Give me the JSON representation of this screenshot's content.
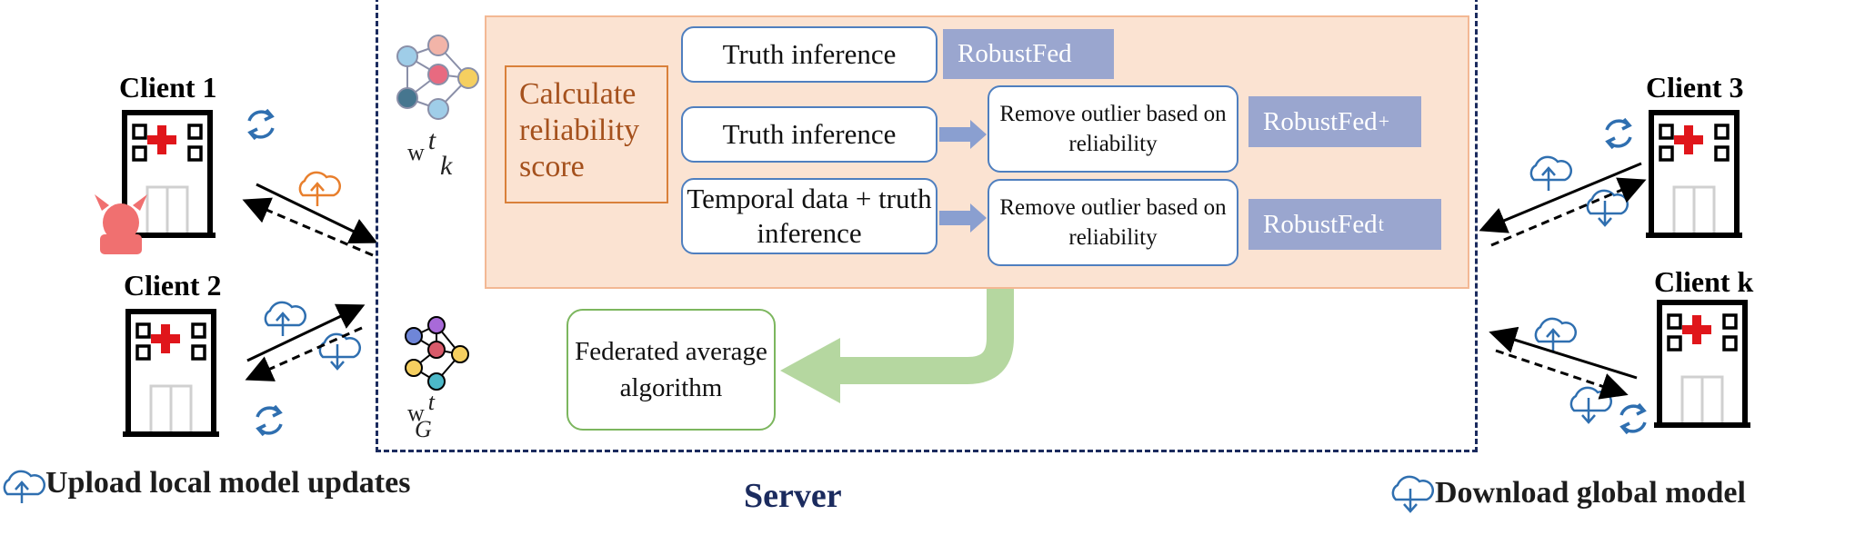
{
  "clients": [
    {
      "label": "Client 1"
    },
    {
      "label": "Client 2"
    },
    {
      "label": "Client 3"
    },
    {
      "label": "Client k"
    }
  ],
  "server": {
    "label": "Server",
    "calculate_box": "Calculate reliability score",
    "rows": [
      {
        "input": "Truth inference",
        "output": "RobustFed"
      },
      {
        "input": "Truth inference",
        "process": "Remove outlier based on reliability",
        "output": "RobustFed",
        "output_subscript": "+"
      },
      {
        "input": "Temporal data + truth inference",
        "process": "Remove outlier based on reliability",
        "output": "RobustFed",
        "output_subscript": "t"
      }
    ],
    "federated_box": "Federated average algorithm",
    "local_model": {
      "base": "w",
      "sup": "t",
      "sub": "k"
    },
    "global_model": {
      "base": "w",
      "sup": "t",
      "sub": "G"
    }
  },
  "legend": {
    "upload": "Upload local model updates",
    "download": "Download global model"
  },
  "colors": {
    "frame": "#1b2b5e",
    "panel": "#fbe3d2",
    "box_border": "#4f7fbf",
    "tag": "#9aa6cf",
    "cloud": "#2f6fb0",
    "upload_highlight": "#e87f2d",
    "cross": "#e0161b",
    "attacker": "#f07070",
    "green_arrow": "#b5d7a0"
  }
}
